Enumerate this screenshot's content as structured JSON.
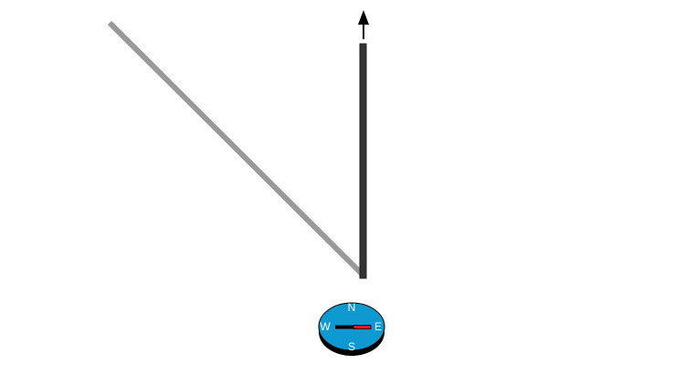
{
  "compass": {
    "north": "N",
    "south": "S",
    "east": "E",
    "west": "W",
    "needle_colors": {
      "north": "#e8141c",
      "south": "#000000"
    },
    "face_color": "#0e9ad0"
  },
  "wire": {
    "color": "#333333",
    "current_direction": "up"
  },
  "field_line": {
    "color": "#999999"
  }
}
